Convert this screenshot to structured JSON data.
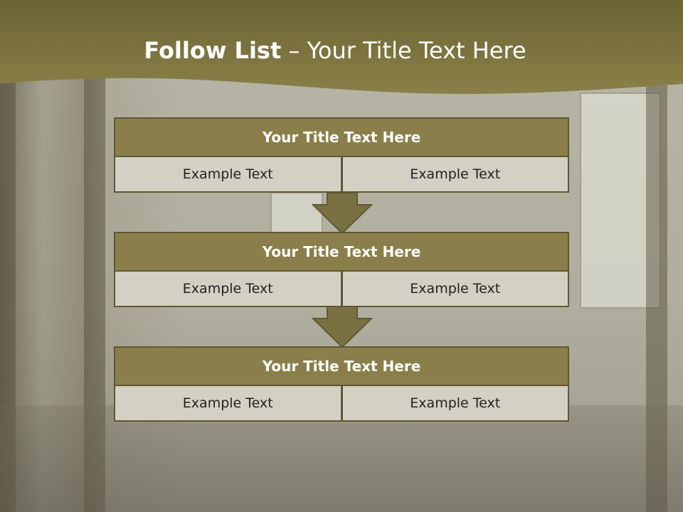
{
  "header": {
    "title_bold": "Follow List",
    "title_rest": "– Your Title Text Here",
    "band_color": "#857c45"
  },
  "blocks": [
    {
      "title": "Your Title Text Here",
      "cells": [
        "Example Text",
        "Example Text"
      ]
    },
    {
      "title": "Your Title Text Here",
      "cells": [
        "Example Text",
        "Example Text"
      ]
    },
    {
      "title": "Your Title Text Here",
      "cells": [
        "Example Text",
        "Example Text"
      ]
    }
  ],
  "colors": {
    "title_fill": "#8a7f4a",
    "border": "#5f5833",
    "cell_fill": "#d3d0c4",
    "arrow_fill": "#7a7143"
  },
  "icons": [
    "down-arrow-icon"
  ]
}
